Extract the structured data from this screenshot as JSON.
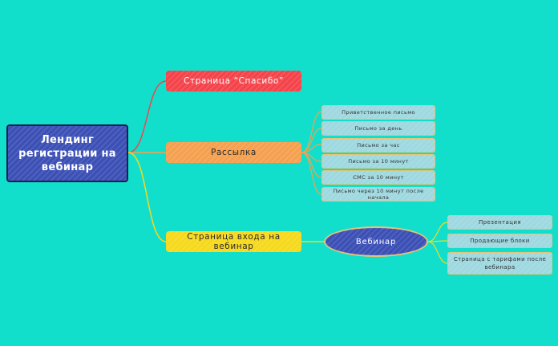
{
  "root": {
    "label": "Лендинг регистрации на вебинар"
  },
  "branches": {
    "thanks": {
      "label": "Страница “Спасибо”"
    },
    "mailing": {
      "label": "Рассылка",
      "children": [
        "Приветственное письмо",
        "Письмо за день",
        "Письмо за час",
        "Письмо за 10 минут",
        "СМС за 10 минут",
        "Письмо через 10 минут после начала"
      ]
    },
    "login": {
      "label": "Страница входа на вебинар",
      "webinar": {
        "label": "Вебинар",
        "children": [
          "Презентация",
          "Продающие блоки",
          "Страница с тарифами после вебинара"
        ]
      }
    }
  },
  "colors": {
    "background": "#12dfcb",
    "root": "#3b4fb5",
    "thanks": "#f4434a",
    "mailing": "#f5a04f",
    "login": "#f6d91c",
    "leaf": "#9ed8e0",
    "leaf_border": "#e6c47a"
  }
}
